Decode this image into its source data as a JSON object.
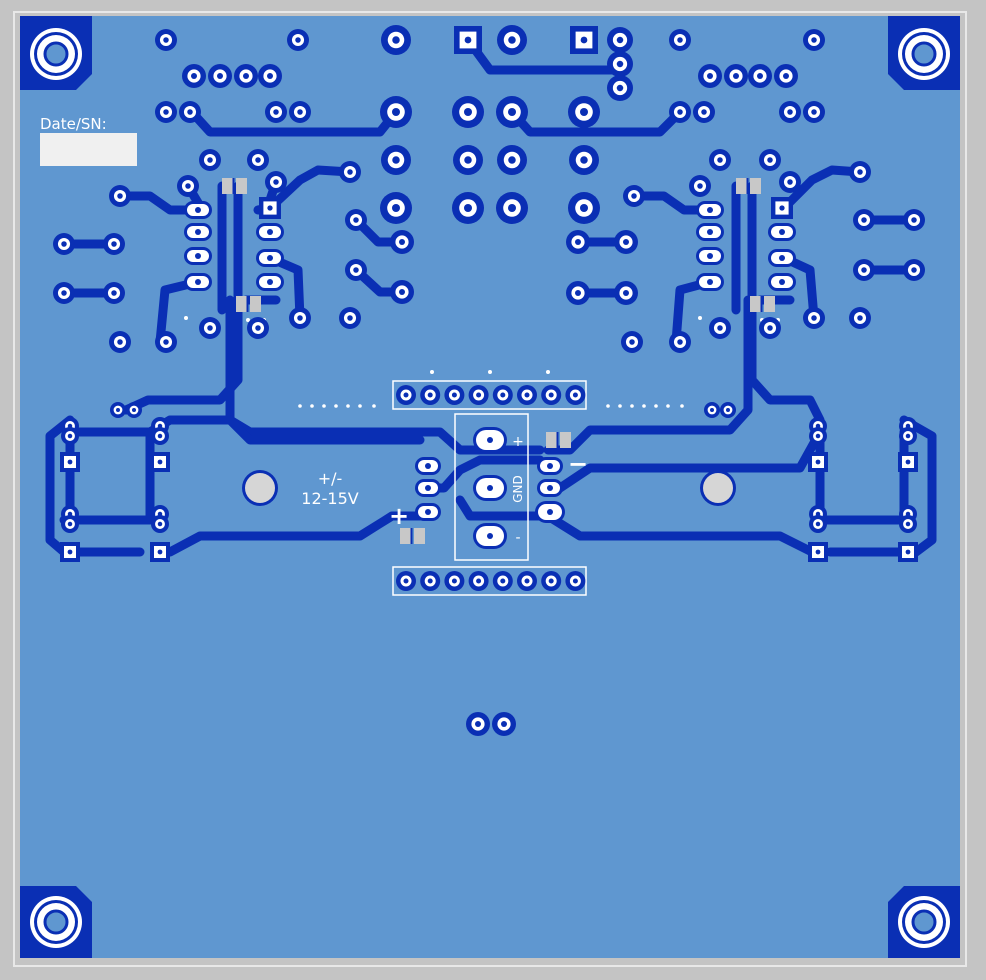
{
  "silkscreen": {
    "date_sn_label": "Date/SN:",
    "supply_voltage": "+/-",
    "supply_range": "12-15V",
    "plus_sign": "+",
    "minus_sign": "−",
    "pos_mark": "+",
    "neg_mark": "-",
    "gnd_label": "GND"
  },
  "colors": {
    "background": "#c4c4c4",
    "board": "#5f97d0",
    "copper": "#0a2fb4",
    "pad": "#ffffff",
    "silkscreen": "#ffffff",
    "smd_pad": "#c8c8c8",
    "label_box": "#f0f0f0"
  }
}
